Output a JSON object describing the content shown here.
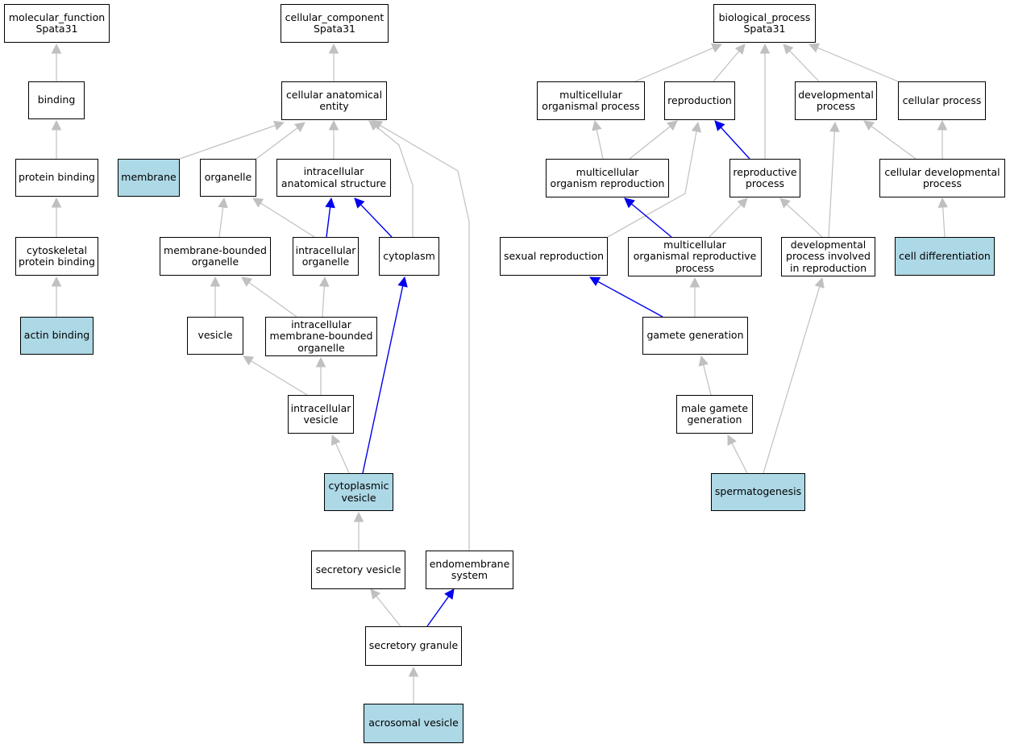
{
  "colors": {
    "highlight": "#add8e6",
    "edge_gray": "#c0c0c0",
    "edge_blue": "#0000ee"
  },
  "nodes": {
    "mf": {
      "label": "molecular_function\nSpata31"
    },
    "binding": {
      "label": "binding"
    },
    "pbind": {
      "label": "protein binding"
    },
    "cytopb": {
      "label": "cytoskeletal\nprotein binding"
    },
    "actin": {
      "label": "actin binding",
      "highlight": true
    },
    "cc": {
      "label": "cellular_component\nSpata31"
    },
    "cae": {
      "label": "cellular anatomical\nentity"
    },
    "membrane": {
      "label": "membrane",
      "highlight": true
    },
    "organelle": {
      "label": "organelle"
    },
    "ias": {
      "label": "intracellular\nanatomical structure"
    },
    "mbo": {
      "label": "membrane-bounded\norganelle"
    },
    "io": {
      "label": "intracellular\norganelle"
    },
    "cytoplasm": {
      "label": "cytoplasm"
    },
    "vesicle": {
      "label": "vesicle"
    },
    "imbo": {
      "label": "intracellular\nmembrane-bounded\norganelle"
    },
    "iv": {
      "label": "intracellular\nvesicle"
    },
    "cv": {
      "label": "cytoplasmic\nvesicle",
      "highlight": true
    },
    "sv": {
      "label": "secretory vesicle"
    },
    "es": {
      "label": "endomembrane\nsystem"
    },
    "sg": {
      "label": "secretory granule"
    },
    "av": {
      "label": "acrosomal vesicle",
      "highlight": true
    },
    "bp": {
      "label": "biological_process\nSpata31"
    },
    "mop": {
      "label": "multicellular\norganismal process"
    },
    "repro": {
      "label": "reproduction"
    },
    "devp": {
      "label": "developmental\nprocess"
    },
    "cellp": {
      "label": "cellular process"
    },
    "mor": {
      "label": "multicellular\norganism reproduction"
    },
    "rp": {
      "label": "reproductive\nprocess"
    },
    "cdp": {
      "label": "cellular developmental\nprocess"
    },
    "sexrep": {
      "label": "sexual reproduction"
    },
    "morp": {
      "label": "multicellular\norganismal reproductive\nprocess"
    },
    "dpir": {
      "label": "developmental\nprocess involved\nin reproduction"
    },
    "celldiff": {
      "label": "cell differentiation",
      "highlight": true
    },
    "gg": {
      "label": "gamete generation"
    },
    "mgg": {
      "label": "male gamete\ngeneration"
    },
    "sperm": {
      "label": "spermatogenesis",
      "highlight": true
    }
  },
  "edges": [
    {
      "from": "binding",
      "to": "mf",
      "color": "gray"
    },
    {
      "from": "pbind",
      "to": "binding",
      "color": "gray"
    },
    {
      "from": "cytopb",
      "to": "pbind",
      "color": "gray"
    },
    {
      "from": "actin",
      "to": "cytopb",
      "color": "gray"
    },
    {
      "from": "cae",
      "to": "cc",
      "color": "gray"
    },
    {
      "from": "membrane",
      "to": "cae",
      "color": "gray"
    },
    {
      "from": "organelle",
      "to": "cae",
      "color": "gray"
    },
    {
      "from": "ias",
      "to": "cae",
      "color": "gray"
    },
    {
      "from": "cytoplasm",
      "to": "cae",
      "color": "gray"
    },
    {
      "from": "es",
      "to": "cae",
      "color": "gray"
    },
    {
      "from": "mbo",
      "to": "organelle",
      "color": "gray"
    },
    {
      "from": "io",
      "to": "organelle",
      "color": "gray"
    },
    {
      "from": "io",
      "to": "ias",
      "color": "blue"
    },
    {
      "from": "cytoplasm",
      "to": "ias",
      "color": "blue"
    },
    {
      "from": "vesicle",
      "to": "mbo",
      "color": "gray"
    },
    {
      "from": "imbo",
      "to": "mbo",
      "color": "gray"
    },
    {
      "from": "imbo",
      "to": "io",
      "color": "gray"
    },
    {
      "from": "iv",
      "to": "vesicle",
      "color": "gray"
    },
    {
      "from": "iv",
      "to": "imbo",
      "color": "gray"
    },
    {
      "from": "cv",
      "to": "iv",
      "color": "gray"
    },
    {
      "from": "cv",
      "to": "cytoplasm",
      "color": "blue"
    },
    {
      "from": "sv",
      "to": "cv",
      "color": "gray"
    },
    {
      "from": "sg",
      "to": "sv",
      "color": "gray"
    },
    {
      "from": "sg",
      "to": "es",
      "color": "blue"
    },
    {
      "from": "av",
      "to": "sg",
      "color": "gray"
    },
    {
      "from": "mop",
      "to": "bp",
      "color": "gray"
    },
    {
      "from": "repro",
      "to": "bp",
      "color": "gray"
    },
    {
      "from": "devp",
      "to": "bp",
      "color": "gray"
    },
    {
      "from": "cellp",
      "to": "bp",
      "color": "gray"
    },
    {
      "from": "rp",
      "to": "bp",
      "color": "gray"
    },
    {
      "from": "mor",
      "to": "mop",
      "color": "gray"
    },
    {
      "from": "mor",
      "to": "repro",
      "color": "gray"
    },
    {
      "from": "rp",
      "to": "repro",
      "color": "blue"
    },
    {
      "from": "sexrep",
      "to": "repro",
      "color": "gray"
    },
    {
      "from": "cdp",
      "to": "devp",
      "color": "gray"
    },
    {
      "from": "cdp",
      "to": "cellp",
      "color": "gray"
    },
    {
      "from": "morp",
      "to": "mor",
      "color": "blue"
    },
    {
      "from": "morp",
      "to": "rp",
      "color": "gray"
    },
    {
      "from": "dpir",
      "to": "rp",
      "color": "gray"
    },
    {
      "from": "dpir",
      "to": "devp",
      "color": "gray"
    },
    {
      "from": "celldiff",
      "to": "cdp",
      "color": "gray"
    },
    {
      "from": "gg",
      "to": "sexrep",
      "color": "blue"
    },
    {
      "from": "gg",
      "to": "morp",
      "color": "gray"
    },
    {
      "from": "mgg",
      "to": "gg",
      "color": "gray"
    },
    {
      "from": "sperm",
      "to": "mgg",
      "color": "gray"
    },
    {
      "from": "sperm",
      "to": "dpir",
      "color": "gray"
    }
  ]
}
